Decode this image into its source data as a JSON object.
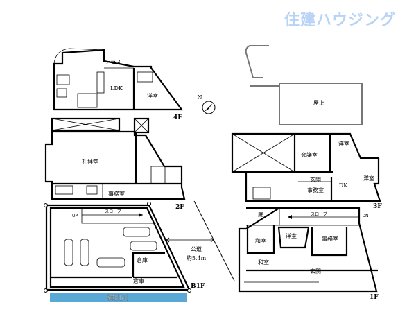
{
  "brand": {
    "logo_text": "住建ハウジング",
    "color": "#b9d3f6"
  },
  "compass": {
    "label": "N"
  },
  "floors": {
    "f4": {
      "name": "4F",
      "rooms": {
        "terrace": "テラス",
        "ldk": "LDK",
        "western": "洋室"
      }
    },
    "f2": {
      "name": "2F",
      "rooms": {
        "chapel": "礼拝堂",
        "office": "事務室"
      }
    },
    "b1f": {
      "name": "B1F",
      "slope": "スロープ",
      "up": "UP",
      "storage1": "倉庫",
      "storage2": "倉庫"
    },
    "roof": {
      "rooftop": "屋上"
    },
    "f3": {
      "name": "3F",
      "rooms": {
        "meeting": "会議室",
        "western1": "洋室",
        "entrance": "玄関",
        "office": "事務室",
        "dk": "DK",
        "western2": "洋室"
      }
    },
    "f1": {
      "name": "1F",
      "slope": "スロープ",
      "dn": "DN",
      "rooms": {
        "garden": "庭",
        "japanese1": "和室",
        "western": "洋室",
        "office": "事務室",
        "japanese2": "和室",
        "entrance": "玄関"
      }
    }
  },
  "road": {
    "label": "公道",
    "width": "約5.4m"
  },
  "river": {
    "label": "神田川",
    "color": "#5aa8d6"
  }
}
